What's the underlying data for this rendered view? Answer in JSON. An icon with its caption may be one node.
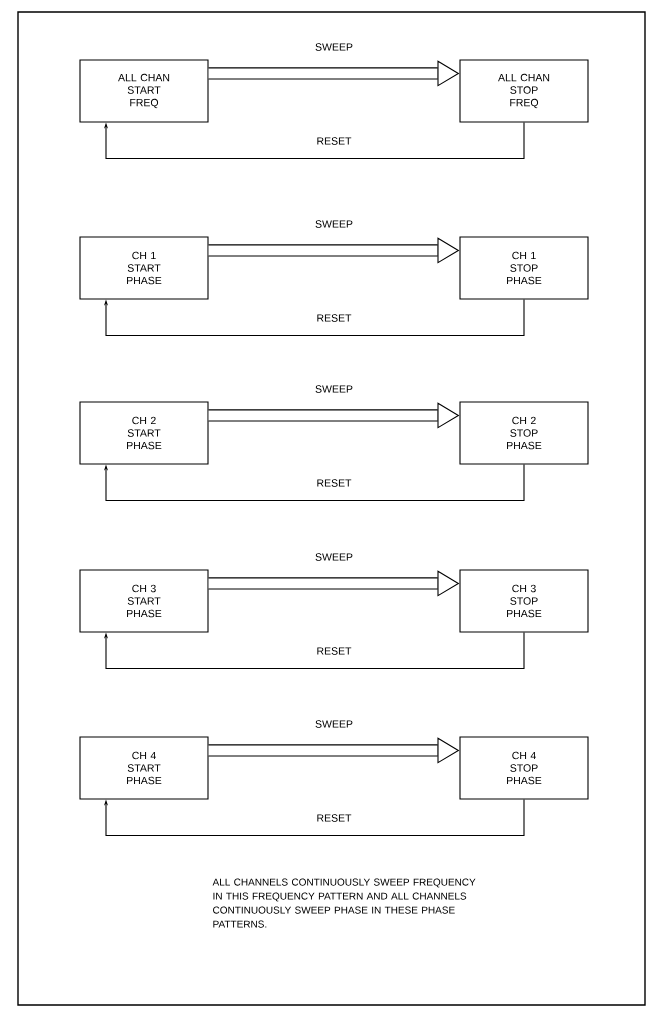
{
  "diagram": {
    "nodes": [
      {
        "text": [
          "ALL CHAN START FREQ"
        ]
      },
      {
        "text": [
          "ALL CHAN STOP FREQ"
        ]
      },
      {
        "text": [
          "CH 1 START PHASE"
        ]
      },
      {
        "text": [
          "CH 1 STOP PHASE"
        ]
      },
      {
        "text": [
          "CH 2 START PHASE"
        ]
      },
      {
        "text": [
          "CH 2 STOP PHASE"
        ]
      },
      {
        "text": [
          "CH 3 START PHASE"
        ]
      },
      {
        "text": [
          "CH 3 STOP PHASE"
        ]
      },
      {
        "text": [
          "CH 4 START PHASE"
        ]
      },
      {
        "text": [
          "CH 4 STOP PHASE"
        ]
      }
    ],
    "edges": [
      {
        "from": 0,
        "to": 1,
        "arrow": "to",
        "label": "SWEEP",
        "style": "thick"
      },
      {
        "from": 1,
        "to": 0,
        "arrow": "to",
        "label": "RESET"
      },
      {
        "from": 2,
        "to": 3,
        "arrow": "to",
        "label": "SWEEP",
        "style": "thick"
      },
      {
        "from": 3,
        "to": 2,
        "arrow": "to",
        "label": "RESET"
      },
      {
        "from": 4,
        "to": 5,
        "arrow": "to",
        "label": "SWEEP",
        "style": "thick"
      },
      {
        "from": 5,
        "to": 4,
        "arrow": "to",
        "label": "RESET"
      },
      {
        "from": 6,
        "to": 7,
        "arrow": "to",
        "label": "SWEEP",
        "style": "thick"
      },
      {
        "from": 7,
        "to": 6,
        "arrow": "to",
        "label": "RESET"
      },
      {
        "from": 8,
        "to": 9,
        "arrow": "to",
        "label": "SWEEP",
        "style": "thick"
      },
      {
        "from": 9,
        "to": 8,
        "arrow": "to",
        "label": "RESET"
      }
    ],
    "labels": [
      "ALL CHANNELS CONTINUOUSLY SWEEP FREQUENCY IN THIS FREQUENCY PATTERN AND ALL CHANNELS CONTINUOUSLY SWEEP PHASE IN THESE PHASE PATTERNS."
    ]
  }
}
